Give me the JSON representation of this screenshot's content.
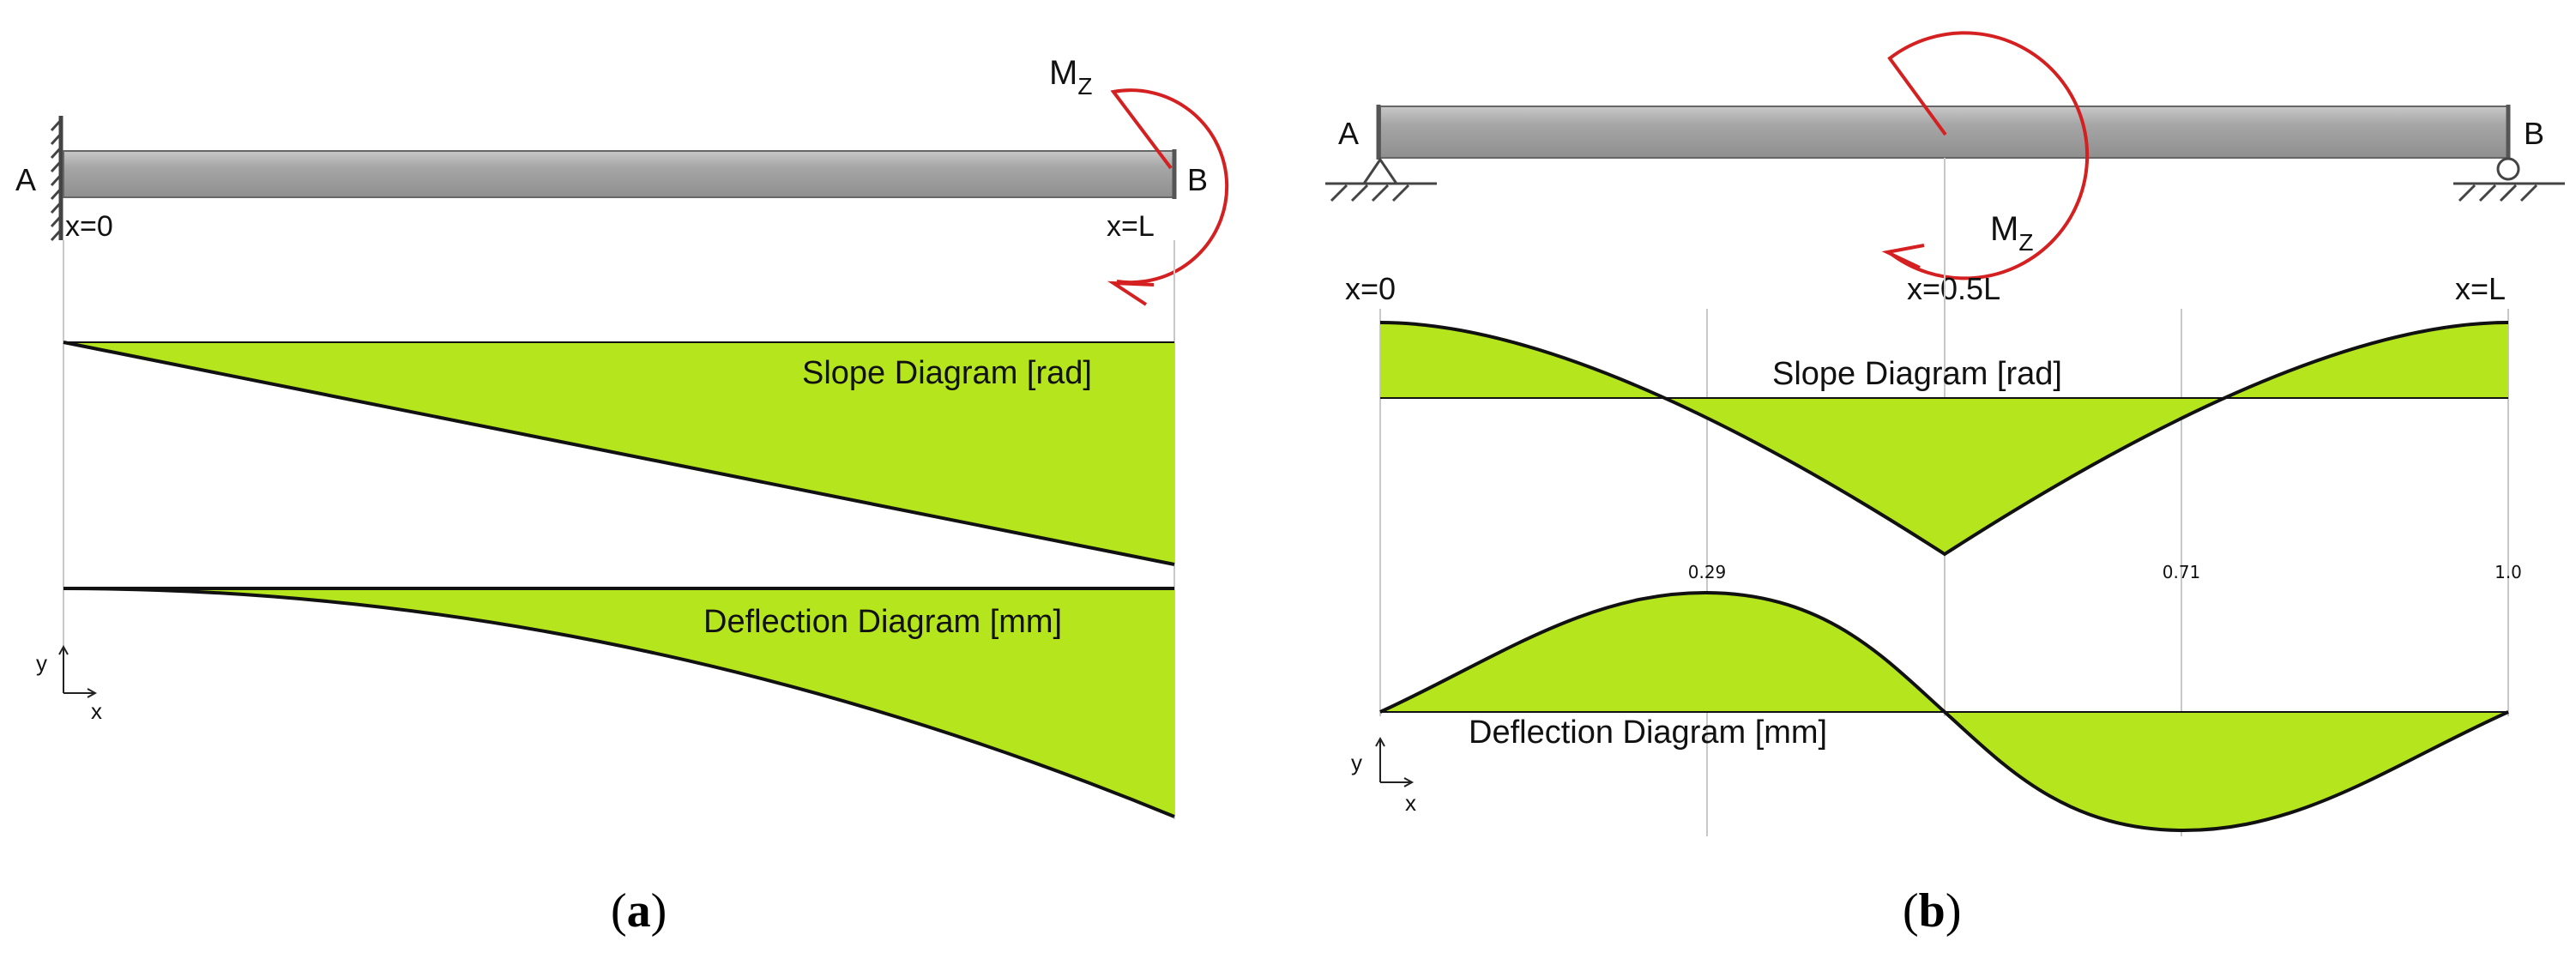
{
  "colors": {
    "fill": "#b5e61d",
    "beam": "#a0a0a0",
    "beam_light": "#cfcfcf",
    "beam_edge": "#555555",
    "moment": "#d42020",
    "curve": "#111111",
    "guide": "#c8c8c8"
  },
  "panel_a": {
    "caption_open": "(",
    "caption_letter": "a",
    "caption_close": ")",
    "point_a": "A",
    "point_b": "B",
    "x_start": "x=0",
    "x_end": "x=L",
    "moment_base": "M",
    "moment_sub": "Z",
    "support": "fixed",
    "slope_title": "Slope Diagram [rad]",
    "deflection_title": "Deflection Diagram [mm]",
    "axis_y": "y",
    "axis_x": "x"
  },
  "panel_b": {
    "caption_open": "(",
    "caption_letter": "b",
    "caption_close": ")",
    "point_a": "A",
    "point_b": "B",
    "x_start": "x=0",
    "x_mid": "x=0.5L",
    "x_end": "x=L",
    "moment_base": "M",
    "moment_sub": "Z",
    "support_left": "pin",
    "support_right": "roller",
    "slope_title": "Slope Diagram [rad]",
    "deflection_title": "Deflection Diagram [mm]",
    "tick_1": "0.29",
    "tick_2": "0.71",
    "tick_3": "1.0",
    "axis_y": "y",
    "axis_x": "x"
  }
}
